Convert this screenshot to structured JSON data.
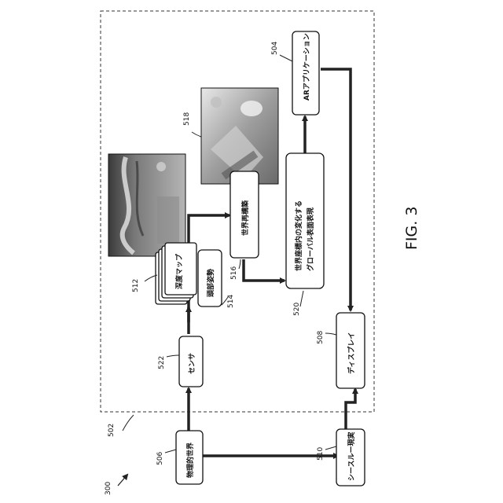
{
  "figure": {
    "caption": "FIG. 3",
    "ref_main": "300",
    "ref_boundary": "502"
  },
  "nodes": {
    "physical_world": {
      "label": "物理的世界",
      "ref": "506"
    },
    "sensor": {
      "label": "センサ",
      "ref": "522"
    },
    "depth_map": {
      "label": "深度マップ",
      "ref": "512"
    },
    "head_pose": {
      "label": "頭部姿勢",
      "ref": "514"
    },
    "reconstruction": {
      "label": "世界再構築",
      "ref": "516"
    },
    "global_surface": {
      "label_line1": "世界座標内の変化する",
      "label_line2": "グローバル表面表現",
      "ref": "520"
    },
    "ar_application": {
      "label": "ARアプリケーション",
      "ref": "504"
    },
    "display": {
      "label": "ディスプレイ",
      "ref": "508"
    },
    "see_through": {
      "label": "シースルー現実",
      "ref": "510"
    },
    "scene_image": {
      "ref": "518"
    }
  },
  "icons": {
    "depth_image": "depth-map-photo",
    "scene_image": "scene-photo"
  }
}
